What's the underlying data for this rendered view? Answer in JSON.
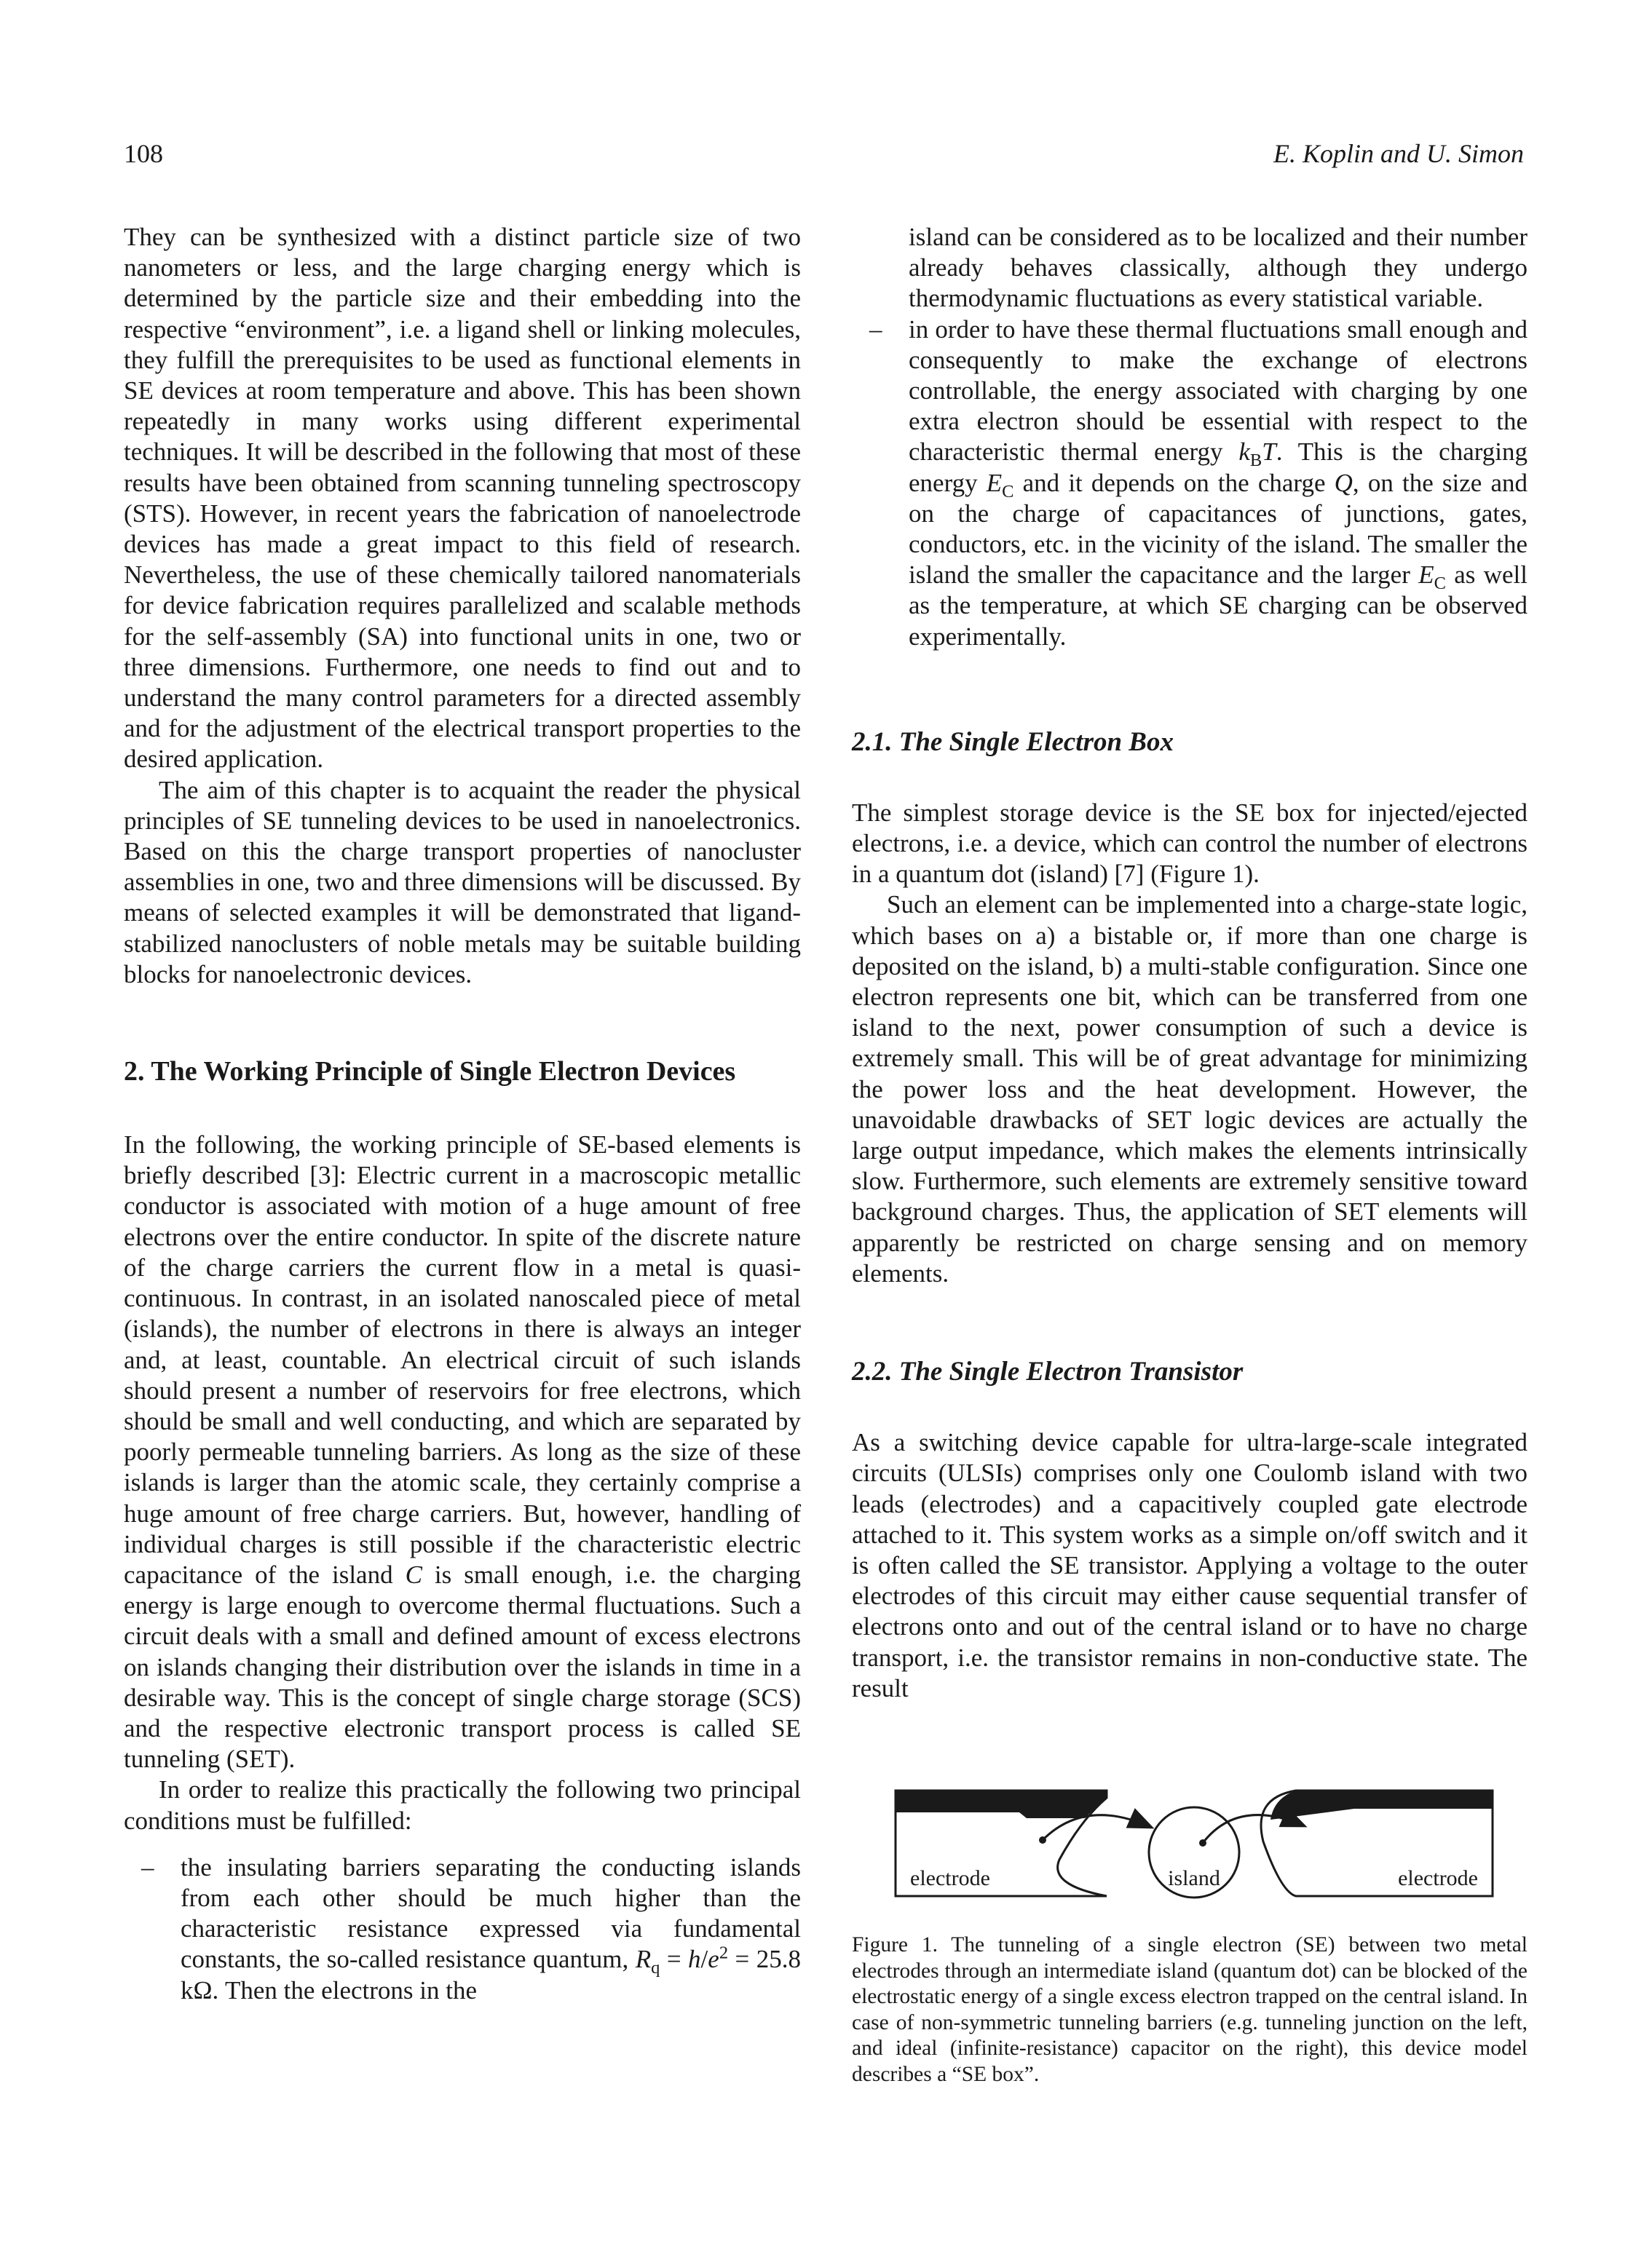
{
  "header": {
    "page_number": "108",
    "authors": "E. Koplin and U. Simon"
  },
  "left_column": {
    "p1": "They can be synthesized with a distinct particle size of two nanometers or less, and the large charging energy which is determined by the particle size and their embedding into the respective “environment”, i.e. a ligand shell or linking molecules, they fulfill the prerequisites to be used as functional elements in SE devices at room temperature and above. This has been shown repeatedly in many works using different experimental techniques. It will be described in the following that most of these results have been obtained from scanning tunneling spectroscopy (STS). However, in recent years the fabrication of nanoelectrode devices has made a great impact to this field of research. Nevertheless, the use of these chemically tailored nanomaterials for device fabrication requires parallelized and scalable methods for the self-assembly (SA) into functional units in one, two or three dimensions. Furthermore, one needs to find out and to understand the many control parameters for a directed assembly and for the adjustment of the electrical transport properties to the desired application.",
    "p2": "The aim of this chapter is to acquaint the reader the physical principles of SE tunneling devices to be used in nanoelectronics. Based on this the charge transport properties of nanocluster assemblies in one, two and three dimensions will be discussed. By means of selected examples it will be demonstrated that ligand-stabilized nanoclusters of noble metals may be suitable building blocks for nanoelectronic devices.",
    "section_heading": "2. The Working Principle of Single Electron Devices",
    "p3": "In the following, the working principle of SE-based elements is briefly described [3]: Electric current in a macroscopic metallic conductor is associated with motion of a huge amount of free electrons over the entire conductor. In spite of the discrete nature of the charge carriers the current flow in a metal is quasi-continuous. In contrast, in an isolated nanoscaled piece of metal (islands), the number of electrons in there is always an integer and, at least, countable. An electrical circuit of such islands should present a number of reservoirs for free electrons, which should be small and well conducting, and which are separated by poorly permeable tunneling barriers. As long as the size of these islands is larger than the atomic scale, they certainly comprise a huge amount of free charge carriers. But, however, handling of individual charges is still possible if the characteristic electric capacitance of the island",
    "p3_var_C": "C",
    "p3_tail": " is small enough, i.e. the charging energy is large enough to overcome thermal fluctuations. Such a circuit deals with a small and defined amount of excess electrons on islands changing their distribution over the islands in time in a desirable way. This is the concept of single charge storage (SCS) and the respective electronic transport process is called SE tunneling (SET).",
    "p4": "In order to realize this practically the following two principal conditions must be fulfilled:",
    "bullet1_dash": "–",
    "bullet1_text": "the insulating barriers separating the conducting islands from each other should be much higher than the characteristic resistance expressed via fundamental constants, the so-called resistance quantum,",
    "bullet1_R": "R",
    "bullet1_sub": "q",
    "bullet1_eq1": " = ",
    "bullet1_h": "h",
    "bullet1_slash": "/",
    "bullet1_e": "e",
    "bullet1_sup": "2",
    "bullet1_eq2": " = 25.8 kΩ. Then the electrons in the"
  },
  "right_column": {
    "bullet1_cont": "island can be considered as to be localized and their number already behaves classically, although they undergo thermodynamic fluctuations as every statistical variable.",
    "bullet2_dash": "–",
    "bullet2_text_a": "in order to have these thermal fluctuations small enough and consequently to make the exchange of electrons controllable, the energy associated with charging by one extra electron should be essential with respect to the characteristic thermal energy",
    "bullet2_kB": "k",
    "bullet2_kB_sub": "B",
    "bullet2_T": "T",
    "bullet2_text_b": ". This is the charging energy",
    "bullet2_E": "E",
    "bullet2_E_sub": "C",
    "bullet2_text_c": " and it depends on the charge",
    "bullet2_Q": "Q",
    "bullet2_text_d": ", on the size and on the charge of capacitances of junctions, gates, conductors, etc. in the vicinity of the island. The smaller the island the smaller the capacitance and the larger",
    "bullet2_E2": "E",
    "bullet2_E2_sub": "C",
    "bullet2_text_e": " as well as the temperature, at which SE charging can be observed experimentally.",
    "subsection_1": "2.1.  The Single Electron Box",
    "p5": "The simplest storage device is the SE box for injected/ejected electrons, i.e. a device, which can control the number of electrons in a quantum dot (island) [7] (Figure 1).",
    "p6": "Such an element can be implemented into a charge-state logic, which bases on a) a bistable or, if more than one charge is deposited on the island, b) a multi-stable configuration. Since one electron represents one bit, which can be transferred from one island to the next, power consumption of such a device is extremely small. This will be of great advantage for minimizing the power loss and the heat development. However, the unavoidable drawbacks of SET logic devices are actually the large output impedance, which makes the elements intrinsically slow. Furthermore, such elements are extremely sensitive toward background charges. Thus, the application of SET elements will apparently be restricted on charge sensing and on memory elements.",
    "subsection_2": "2.2.  The Single Electron Transistor",
    "p7": "As a switching device capable for ultra-large-scale integrated circuits (ULSIs) comprises only one Coulomb island with two leads (electrodes) and a capacitively coupled gate electrode attached to it. This system works as a simple on/off switch and it is often called the SE transistor. Applying a voltage to the outer electrodes of this circuit may either cause sequential transfer of electrons onto and out of the central island or to have no charge transport, i.e. the transistor remains in non-conductive state. The result"
  },
  "figure": {
    "label_left": "electrode",
    "label_center": "island",
    "label_right": "electrode",
    "caption": "Figure 1.   The tunneling of a single electron (SE) between two metal electrodes through an intermediate island (quantum dot) can be blocked of the electrostatic energy of a single excess electron trapped on the central island. In case of non-symmetric tunneling barriers (e.g. tunneling junction on the left, and ideal (infinite-resistance) capacitor on the right), this device model describes a “SE box”."
  }
}
